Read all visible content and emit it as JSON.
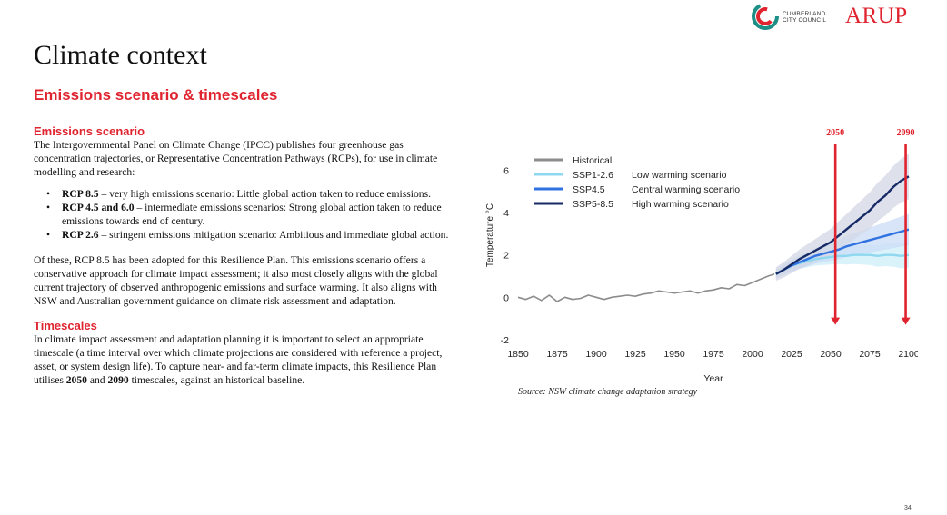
{
  "logos": {
    "cumberland_line1": "CUMBERLAND",
    "cumberland_line2": "CITY COUNCIL",
    "arup": "ARUP",
    "colors": {
      "cumberland_teal": "#1d8f87",
      "cumberland_red": "#e0242f",
      "arup_red": "#e0242f"
    }
  },
  "page": {
    "title": "Climate context",
    "subtitle": "Emissions scenario & timescales",
    "page_number": "34",
    "accent_color": "#e0242f"
  },
  "emissions": {
    "heading": "Emissions scenario",
    "intro": "The Intergovernmental Panel on Climate Change  (IPCC) publishes four greenhouse gas concentration trajectories, or Representative Concentration Pathways (RCPs), for use in climate modelling and research:",
    "bullets": [
      {
        "bold": "RCP 8.5",
        "text": " – very high emissions scenario: Little global action taken to reduce emissions."
      },
      {
        "bold": "RCP 4.5 and 6.0",
        "text": " – intermediate emissions scenarios: Strong global action taken to reduce emissions towards end of century."
      },
      {
        "bold": "RCP 2.6",
        "text": " – stringent emissions mitigation scenario: Ambitious and immediate global action."
      }
    ],
    "body": "Of these, RCP 8.5 has been adopted for this Resilience Plan. This emissions scenario offers a conservative approach for climate impact assessment; it also most closely aligns with the global current trajectory of observed anthropogenic emissions and surface warming. It also aligns with NSW and Australian government guidance on climate risk assessment and adaptation."
  },
  "timescales": {
    "heading": "Timescales",
    "text_1": "In climate impact assessment and adaptation planning it is important to select an appropriate timescale (a time interval over which climate projections are considered with reference a project, asset, or system design life). To capture near- and far-term climate impacts, this Resilience Plan utilises ",
    "bold_1": "2050",
    "text_2": " and ",
    "bold_2": "2090",
    "text_3": " timescales, against an historical baseline."
  },
  "chart_source": "Source: NSW climate change adaptation strategy",
  "chart_data": {
    "type": "line",
    "xlabel": "Year",
    "ylabel": "Temperature °C",
    "xlim": [
      1850,
      2100
    ],
    "ylim": [
      -2,
      7
    ],
    "x_ticks": [
      1850,
      1875,
      1900,
      1925,
      1950,
      1975,
      2000,
      2025,
      2050,
      2075,
      2100
    ],
    "y_ticks": [
      -2,
      0,
      2,
      4,
      6
    ],
    "grid": false,
    "legend_position": "top-left",
    "markers": [
      {
        "label": "2050",
        "x": 2053,
        "color": "#e0242f"
      },
      {
        "label": "2090",
        "x": 2098,
        "color": "#e0242f"
      }
    ],
    "series": [
      {
        "name": "Historical",
        "description": "",
        "color": "#8c8c8c",
        "band_color": "",
        "x": [
          1850,
          1855,
          1860,
          1865,
          1870,
          1875,
          1880,
          1885,
          1890,
          1895,
          1900,
          1905,
          1910,
          1915,
          1920,
          1925,
          1930,
          1935,
          1940,
          1945,
          1950,
          1955,
          1960,
          1965,
          1970,
          1975,
          1980,
          1985,
          1990,
          1995,
          2000,
          2005,
          2010,
          2014
        ],
        "y": [
          0.0,
          -0.1,
          0.05,
          -0.15,
          0.1,
          -0.2,
          0.0,
          -0.1,
          -0.05,
          0.1,
          0.0,
          -0.1,
          0.0,
          0.05,
          0.1,
          0.05,
          0.15,
          0.2,
          0.3,
          0.25,
          0.2,
          0.25,
          0.3,
          0.2,
          0.3,
          0.35,
          0.45,
          0.4,
          0.6,
          0.55,
          0.7,
          0.85,
          1.0,
          1.1
        ]
      },
      {
        "name": "SSP1-2.6",
        "description": "Low warming scenario",
        "color": "#8fd8f0",
        "band_color": "#cdeff9",
        "x": [
          2015,
          2020,
          2025,
          2030,
          2035,
          2040,
          2045,
          2050,
          2055,
          2060,
          2065,
          2070,
          2075,
          2080,
          2085,
          2090,
          2095,
          2100
        ],
        "y": [
          1.1,
          1.3,
          1.5,
          1.6,
          1.7,
          1.8,
          1.85,
          1.9,
          1.95,
          1.95,
          2.0,
          2.0,
          2.0,
          1.95,
          2.0,
          2.0,
          1.95,
          2.0
        ]
      },
      {
        "name": "SSP4.5",
        "description": "Central warming scenario",
        "color": "#2f72e0",
        "band_color": "#cbdcf7",
        "x": [
          2015,
          2020,
          2025,
          2030,
          2035,
          2040,
          2045,
          2050,
          2055,
          2060,
          2065,
          2070,
          2075,
          2080,
          2085,
          2090,
          2095,
          2100
        ],
        "y": [
          1.1,
          1.3,
          1.5,
          1.65,
          1.8,
          1.95,
          2.05,
          2.15,
          2.25,
          2.4,
          2.5,
          2.6,
          2.7,
          2.8,
          2.9,
          3.0,
          3.1,
          3.2
        ]
      },
      {
        "name": "SSP5-8.5",
        "description": "High warming scenario",
        "color": "#162a66",
        "band_color": "#d3d7e6",
        "x": [
          2015,
          2020,
          2025,
          2030,
          2035,
          2040,
          2045,
          2050,
          2055,
          2060,
          2065,
          2070,
          2075,
          2080,
          2085,
          2090,
          2095,
          2100
        ],
        "y": [
          1.1,
          1.3,
          1.55,
          1.8,
          2.0,
          2.2,
          2.4,
          2.6,
          2.9,
          3.2,
          3.5,
          3.8,
          4.1,
          4.5,
          4.8,
          5.2,
          5.5,
          5.7
        ]
      }
    ]
  }
}
